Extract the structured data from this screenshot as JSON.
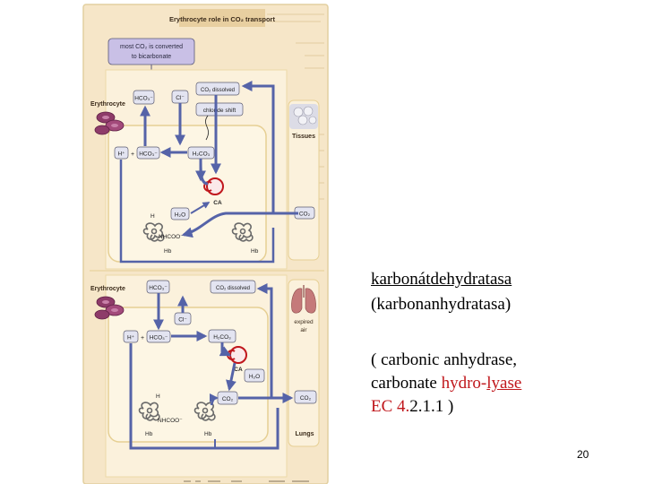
{
  "figure": {
    "title": "Erythrocyte role in CO₂ transport",
    "callout": [
      "most CO₂ is converted",
      "to bicarbonate"
    ],
    "tissues_panel": {
      "section_label": "Erythrocyte",
      "side_label": "Tissues",
      "hco3_out": "HCO₃⁻",
      "cl_in": "Cl⁻",
      "co2_dissolved": "CO₂ dissolved",
      "chloride_shift": "chloride shift",
      "h_ion": "H⁺",
      "plus": "+",
      "hco3": "HCO₃⁻",
      "h2co3": "H₂CO₃",
      "ca": "CA",
      "h2o": "H₂O",
      "co2": "CO₂",
      "h_label": "H",
      "nhcoo": "NHCOO⁻",
      "hb_left": "Hb",
      "hb_right": "Hb"
    },
    "lungs_panel": {
      "section_label": "Erythrocyte",
      "expired_air": [
        "expired",
        "air"
      ],
      "side_label": "Lungs",
      "hco3_out": "HCO₃⁻",
      "co2_dissolved": "CO₂ dissolved",
      "cl": "Cl⁻",
      "h_ion": "H⁺",
      "plus": "+",
      "hco3": "HCO₃⁻",
      "h2co3": "H₂CO₃",
      "ca": "CA",
      "h2o": "H₂O",
      "co2_inner": "CO₂",
      "co2_outer": "CO₂",
      "h_label": "H",
      "nhcoo": "NHCOO⁻",
      "hb_left": "Hb",
      "hb_right": "Hb"
    }
  },
  "notes": {
    "line1": "karbonátdehydratasa",
    "line2": "(karbonanhydratasa)",
    "line3": "( carbonic anhydrase,",
    "line4_start": "carbonate ",
    "line4_hydro": "hydro-",
    "line4_lyase": "lyase",
    "line5_ec": "EC 4.",
    "line5_rest": "2.1.1 )"
  },
  "slide_number": "20",
  "colors": {
    "page_bg": "#f6e6c8",
    "panel_bg": "#fbf1dc",
    "panel_border": "#ecd9a8",
    "arrow": "#5563a8",
    "box_fill": "#e3e4f1",
    "box_border": "#5c5c70",
    "callout_fill": "#c9c0e6",
    "title_bar": "#e8cfa0",
    "enzyme_red": "#c0171c",
    "notes_red": "#c0171c"
  }
}
